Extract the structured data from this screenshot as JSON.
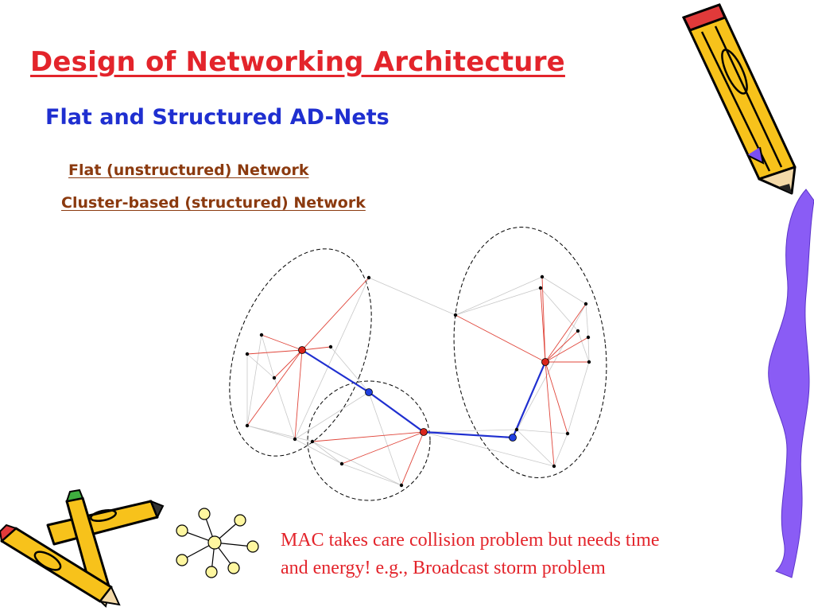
{
  "slide": {
    "title": "Design of Networking Architecture",
    "subtitle": "Flat and Structured AD-Nets",
    "links": [
      {
        "label": "Flat (unstructured) Network"
      },
      {
        "label": "Cluster-based (structured) Network"
      }
    ],
    "note_line1": "MAC takes care collision problem but needs time",
    "note_line2": "and energy!  e.g., Broadcast storm problem"
  },
  "colors": {
    "title": "#e3242b",
    "subtitle": "#1f2fd0",
    "links": "#8b3a0f",
    "note": "#e3242b",
    "cluster_head": "#d9261c",
    "gateway": "#1f3fe0",
    "member_link": "#e0453a",
    "backbone_link": "#1f2fd0",
    "mesh_link": "#c8c8c8",
    "star_node": "#fff7a0"
  },
  "decorations": [
    "pencil-icon",
    "crossed-pencils-icon",
    "squiggle-border"
  ]
}
